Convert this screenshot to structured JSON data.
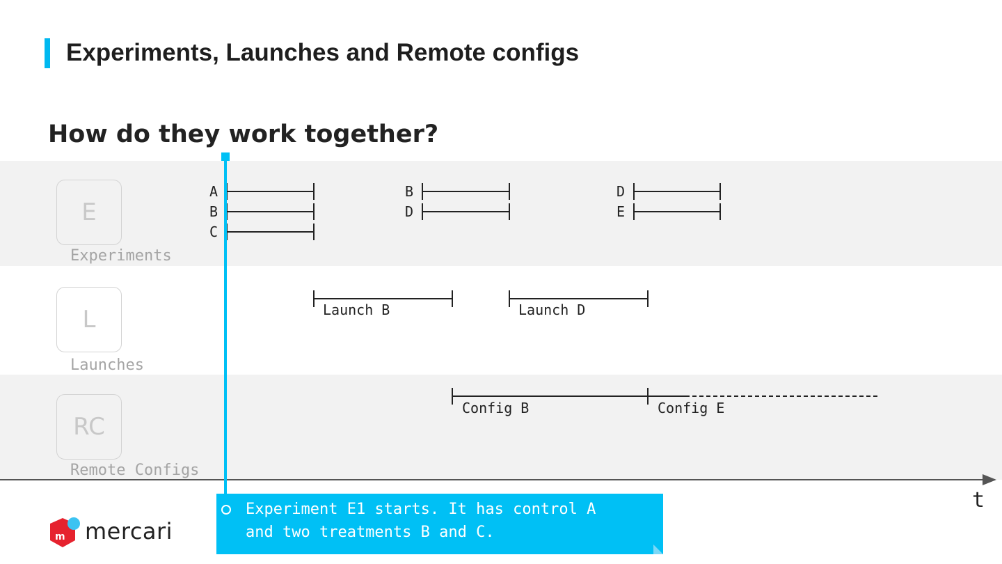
{
  "header": {
    "title": "Experiments, Launches and Remote configs"
  },
  "subtitle": "How do they work together?",
  "lanes": [
    {
      "icon_text": "E",
      "label": "Experiments"
    },
    {
      "icon_text": "L",
      "label": "Launches"
    },
    {
      "icon_text": "RC",
      "label": "Remote Configs"
    }
  ],
  "experiment_groups": [
    {
      "variants": [
        "A",
        "B",
        "C"
      ]
    },
    {
      "variants": [
        "B",
        "D"
      ]
    },
    {
      "variants": [
        "D",
        "E"
      ]
    }
  ],
  "launches": [
    "Launch B",
    "Launch D"
  ],
  "configs": [
    "Config B",
    "Config E"
  ],
  "time_axis_label": "t",
  "callout": {
    "text": "Experiment E1 starts. It has control A\nand two treatments B and C."
  },
  "logo": {
    "text": "mercari"
  },
  "colors": {
    "accent": "#00b8f0",
    "callout_bg": "#00c0f5",
    "logo_red": "#e6222e",
    "logo_blue": "#3cc3f2"
  }
}
